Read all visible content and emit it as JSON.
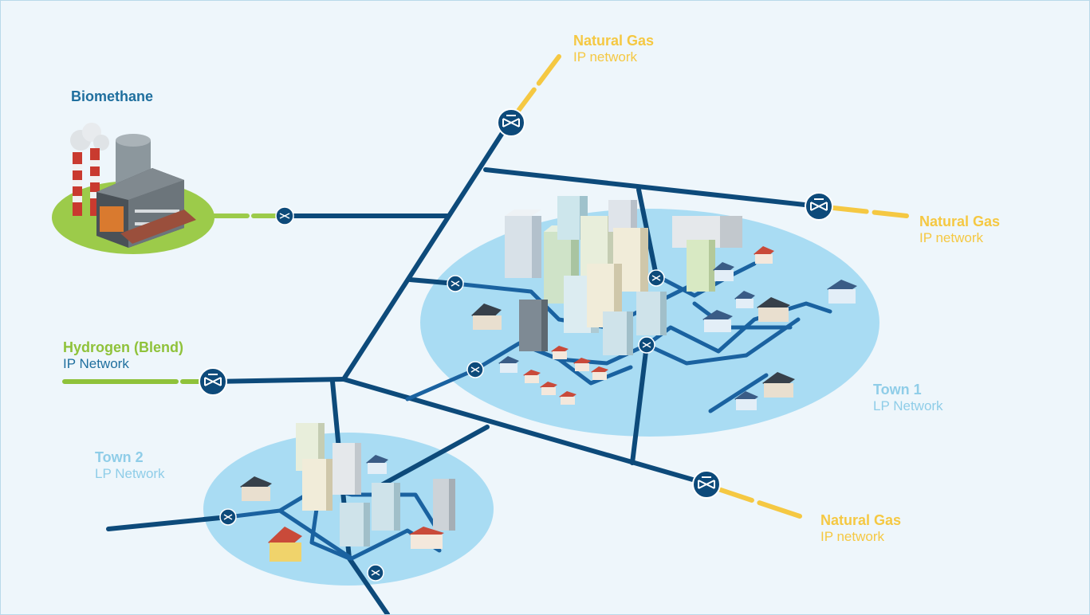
{
  "labels": {
    "natural_gas_top": {
      "title": "Natural Gas",
      "subtitle": "IP network"
    },
    "natural_gas_right": {
      "title": "Natural Gas",
      "subtitle": "IP network"
    },
    "natural_gas_bottom": {
      "title": "Natural Gas",
      "subtitle": "IP network"
    },
    "biomethane": {
      "title": "Biomethane"
    },
    "hydrogen": {
      "title": "Hydrogen (Blend)",
      "subtitle": "IP Network"
    },
    "town1": {
      "title": "Town 1",
      "subtitle": "LP Network"
    },
    "town2": {
      "title": "Town 2",
      "subtitle": "LP Network"
    }
  },
  "colors": {
    "ip_pipe": "#0d4a7a",
    "natural_gas": "#f5c842",
    "hydrogen": "#8fc23a",
    "biomethane_ground": "#9ccb4a",
    "town_area": "#a9dcf3",
    "background": "#eef6fb"
  },
  "icons": {
    "regulator": "pressure-reduction-station-icon",
    "factory": "biomethane-plant-icon",
    "building": "apartment-building-icon",
    "house": "house-icon"
  }
}
